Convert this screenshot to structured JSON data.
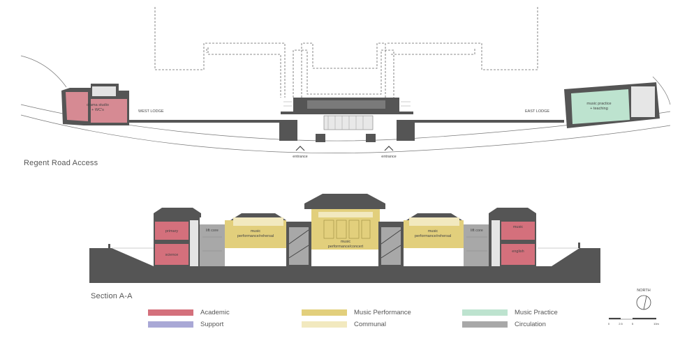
{
  "plan": {
    "heading": "Regent Road Access",
    "west_lodge": "WEST LODGE",
    "east_lodge": "EAST LODGE",
    "west_room_line1": "drama studio",
    "west_room_line2": "+ WC's",
    "east_room_line1": "music practice",
    "east_room_line2": "+ teaching",
    "entrance_left": "entrance",
    "entrance_right": "entrance"
  },
  "section": {
    "heading": "Section A-A",
    "primary": "primary",
    "science": "science",
    "lift_core_left": "lift core",
    "music_perf_left_1": "music",
    "music_perf_left_2": "performance/rehersal",
    "music_concert_1": "music",
    "music_concert_2": "performance/concert",
    "music_perf_right_1": "music",
    "music_perf_right_2": "performance/rehersal",
    "lift_core_right": "lift core",
    "music": "music",
    "english": "english"
  },
  "legend": [
    {
      "label": "Academic",
      "color": "#d4707c"
    },
    {
      "label": "Support",
      "color": "#a9a8d6"
    },
    {
      "label": "Music Performance",
      "color": "#e2cf7c"
    },
    {
      "label": "Communal",
      "color": "#f2e9bf"
    },
    {
      "label": "Music Practice",
      "color": "#bde3cf"
    },
    {
      "label": "Circulation",
      "color": "#a8a8a8"
    }
  ],
  "north": {
    "label": "NORTH"
  },
  "scale": {
    "ticks": [
      "0",
      "2.5",
      "5",
      "10m"
    ]
  }
}
